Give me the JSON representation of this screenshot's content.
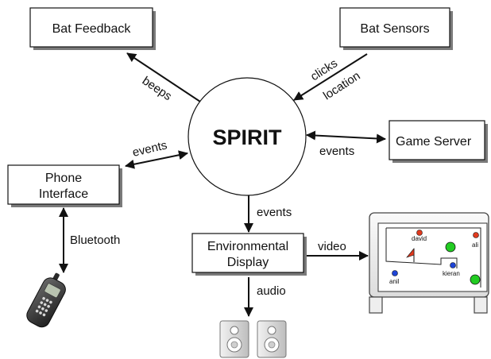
{
  "hub": {
    "label": "SPIRIT"
  },
  "nodes": {
    "bat_feedback": "Bat Feedback",
    "bat_sensors": "Bat Sensors",
    "game_server": "Game Server",
    "phone_interface_line1": "Phone",
    "phone_interface_line2": "Interface",
    "env_display_line1": "Environmental",
    "env_display_line2": "Display"
  },
  "edges": {
    "beeps": "beeps",
    "clicks": "clicks",
    "location": "location",
    "events_phone": "events",
    "events_game": "events",
    "events_display": "events",
    "bluetooth": "Bluetooth",
    "video": "video",
    "audio": "audio"
  },
  "game_screen": {
    "players": [
      "david",
      "ali",
      "kieran",
      "anil"
    ]
  },
  "colors": {
    "red_player": "#e03a1e",
    "blue_player": "#1e44d6",
    "green_target": "#22cc22"
  },
  "icons": {
    "phone": "mobile-phone-icon",
    "speakers": "speaker-icon"
  }
}
